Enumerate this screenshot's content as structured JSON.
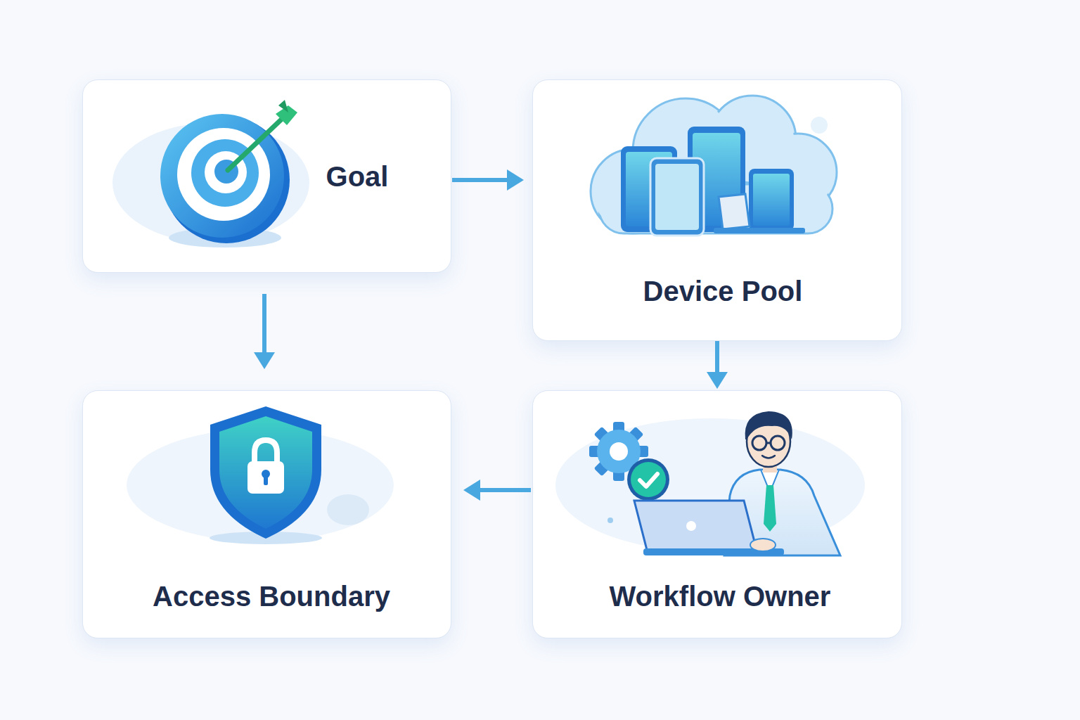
{
  "diagram": {
    "nodes": [
      {
        "text": [
          "Goal"
        ]
      },
      {
        "text": [
          "Device Pool"
        ]
      },
      {
        "text": [
          "Access Boundary"
        ]
      },
      {
        "text": [
          "Workflow Owner"
        ]
      }
    ],
    "edges": [
      {
        "from": 0,
        "to": 1,
        "arrow": "to"
      },
      {
        "from": 0,
        "to": 2,
        "arrow": "to"
      },
      {
        "from": 1,
        "to": 3,
        "arrow": "to"
      },
      {
        "from": 3,
        "to": 2,
        "arrow": "to"
      }
    ]
  }
}
